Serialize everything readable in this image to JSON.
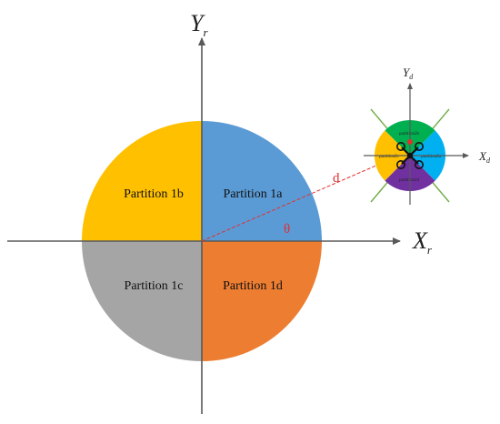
{
  "main_diagram": {
    "partitions": [
      {
        "id": "1a",
        "label": "Partition 1a",
        "color": "#5B9BD5"
      },
      {
        "id": "1b",
        "label": "Partition 1b",
        "color": "#FFC000"
      },
      {
        "id": "1c",
        "label": "Partition 1c",
        "color": "#A5A5A5"
      },
      {
        "id": "1d",
        "label": "Partition 1d",
        "color": "#ED7D31"
      }
    ],
    "x_axis": {
      "main": "X",
      "sub": "r"
    },
    "y_axis": {
      "main": "Y",
      "sub": "r"
    },
    "distance_label": "d",
    "angle_label": "θ",
    "axis_color": "#595959",
    "line_color": "#e03030"
  },
  "drone_inset": {
    "x_axis": {
      "main": "X",
      "sub": "d"
    },
    "y_axis": {
      "main": "Y",
      "sub": "d"
    },
    "partitions": [
      {
        "id": "2a",
        "label": "partition2a",
        "color": "#00B0F0"
      },
      {
        "id": "2b",
        "label": "partition2b",
        "color": "#00B050"
      },
      {
        "id": "2c",
        "label": "partition2c",
        "color": "#FFC000"
      },
      {
        "id": "2d",
        "label": "partition2d",
        "color": "#7030A0"
      }
    ],
    "diagonal_color": "#70AD47",
    "drone_icon": "quadcopter-icon"
  }
}
